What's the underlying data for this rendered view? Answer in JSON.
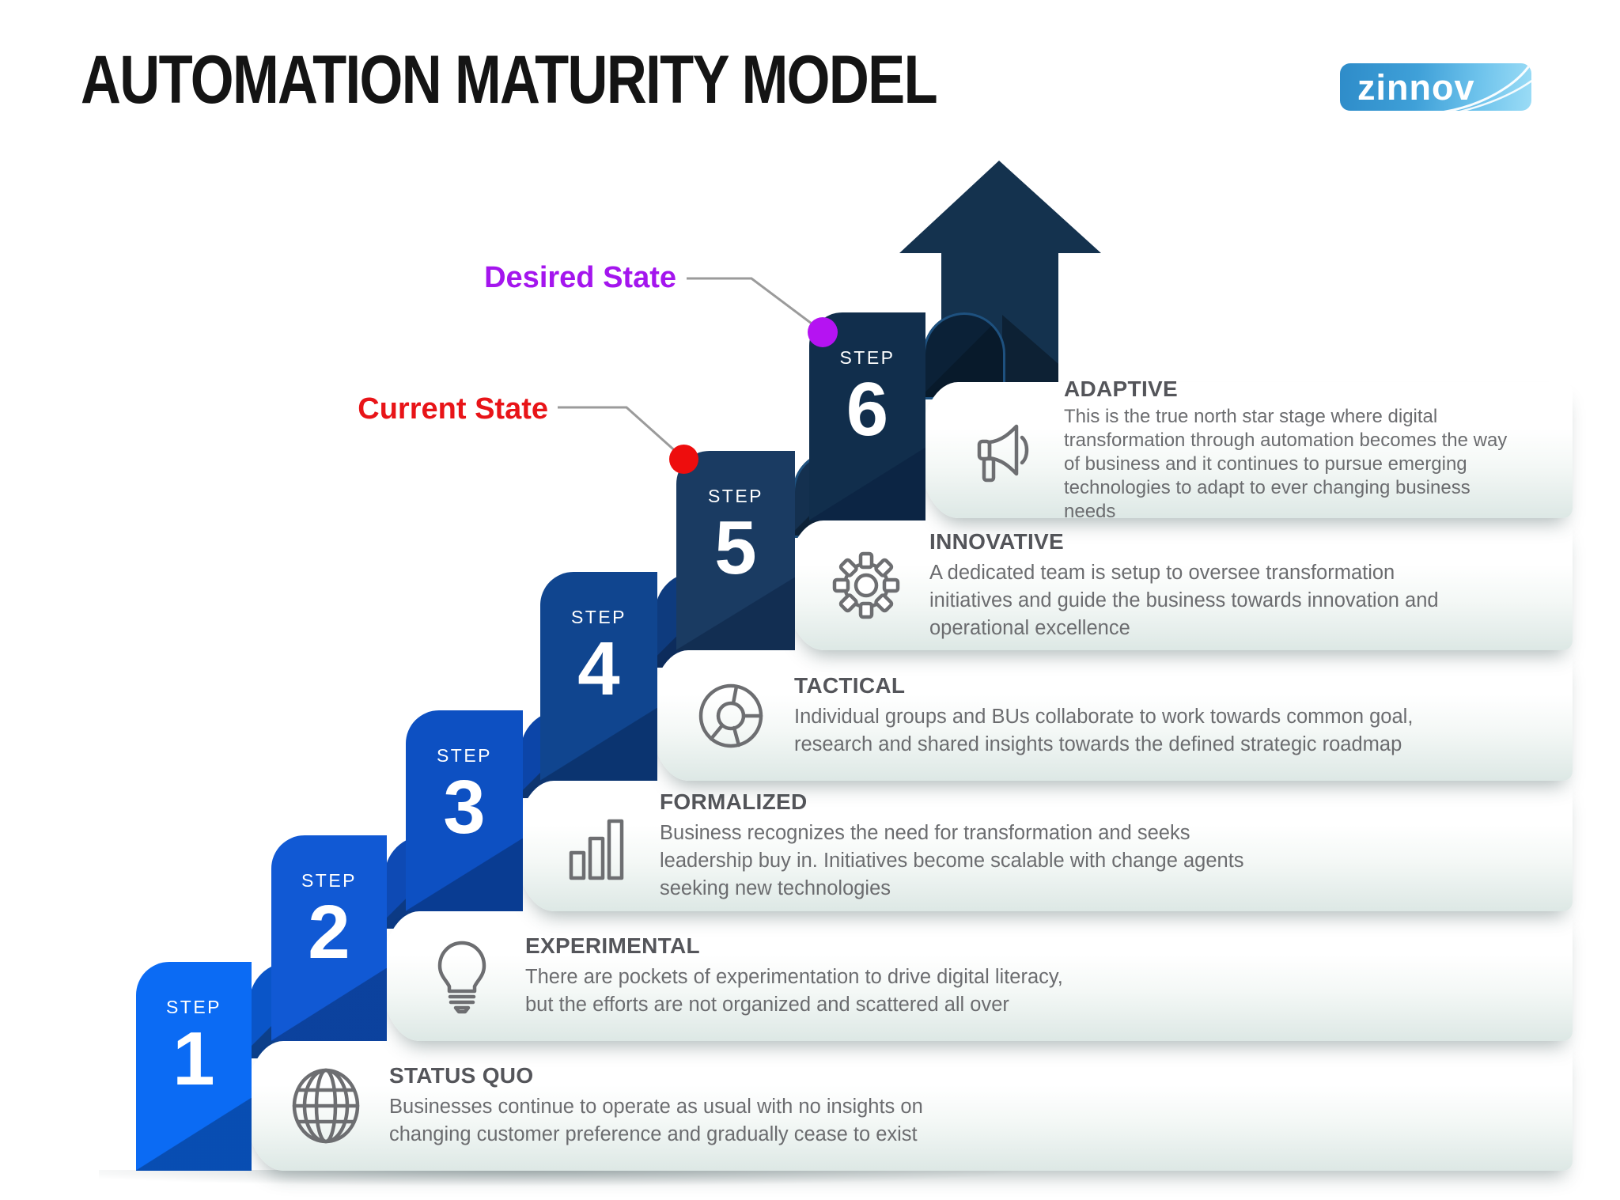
{
  "title": "AUTOMATION MATURITY MODEL",
  "logo": {
    "text": "zinnov"
  },
  "annotations": {
    "desired": {
      "label": "Desired State",
      "text_color": "#a415ee",
      "dot_color": "#b513f2",
      "line_color": "#9b9b9b",
      "points_to_step": "6"
    },
    "current": {
      "label": "Current State",
      "text_color": "#e81418",
      "dot_color": "#ee0d0d",
      "line_color": "#9b9b9b",
      "points_to_step": "5"
    }
  },
  "colors": {
    "arrow": "#14324e",
    "arrow_shadow": "#0d2134",
    "band_text_heading": "#54555a",
    "band_text_body": "#6b6c6f"
  },
  "steps": [
    {
      "step_label": "STEP",
      "number": "1",
      "stage": "STATUS QUO",
      "icon": "globe-icon",
      "description": "Businesses continue to operate as usual with no insights on changing customer preference and gradually cease to exist",
      "colors": {
        "column": "#0b6bf4",
        "arch": "#0a55c8",
        "wedge": "#0c3f8a"
      }
    },
    {
      "step_label": "STEP",
      "number": "2",
      "stage": "EXPERIMENTAL",
      "icon": "lightbulb-icon",
      "description": "There are pockets of experimentation to drive digital literacy, but the efforts are not organized and scattered all over",
      "colors": {
        "column": "#1159d4",
        "arch": "#0e4ab4",
        "wedge": "#0c3a84"
      }
    },
    {
      "step_label": "STEP",
      "number": "3",
      "stage": "FORMALIZED",
      "icon": "bar-chart-icon",
      "description": "Business recognizes the need for transformation and seeks leadership buy in. Initiatives become scalable with change agents seeking new technologies",
      "colors": {
        "column": "#0d50c2",
        "arch": "#0c45a8",
        "wedge": "#0e3570"
      }
    },
    {
      "step_label": "STEP",
      "number": "4",
      "stage": "TACTICAL",
      "icon": "donut-chart-icon",
      "description": "Individual groups and BUs collaborate to work towards common goal, research and shared insights towards the defined strategic roadmap",
      "colors": {
        "column": "#10458f",
        "arch": "#0e3b7e",
        "wedge": "#0d2c5c"
      }
    },
    {
      "step_label": "STEP",
      "number": "5",
      "stage": "INNOVATIVE",
      "icon": "gear-icon",
      "description": "A dedicated team is setup to oversee transformation initiatives and guide the business towards innovation and operational excellence",
      "colors": {
        "column": "#1a3b62",
        "arch": "#14304f",
        "wedge": "#0d2238"
      }
    },
    {
      "step_label": "STEP",
      "number": "6",
      "stage": "ADAPTIVE",
      "icon": "megaphone-icon",
      "description": "This is the true north star stage where digital transformation through automation becomes the way of business and it continues to pursue emerging technologies to adapt to ever changing business needs",
      "colors": {
        "column": "#112e4c",
        "arch": "#0b2137",
        "wedge": "#081a2b"
      }
    }
  ]
}
